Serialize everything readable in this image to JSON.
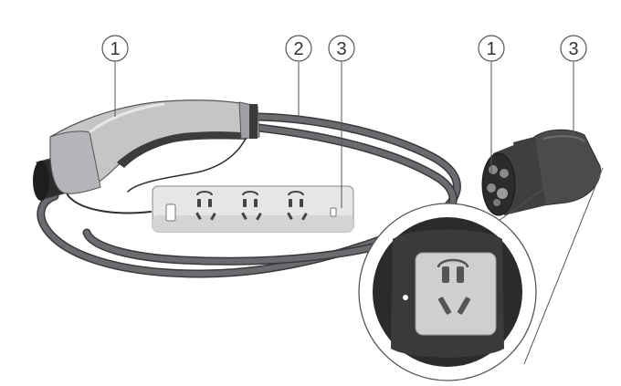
{
  "callouts": [
    {
      "id": "charger-handle",
      "label": "1"
    },
    {
      "id": "cable",
      "label": "2"
    },
    {
      "id": "socket-plug",
      "label": "3"
    },
    {
      "id": "adapter-head",
      "label": "1"
    },
    {
      "id": "adapter-plug",
      "label": "3"
    }
  ],
  "colors": {
    "outline": "#444444",
    "cable": "#5f6063",
    "handle": "#c4c5c7",
    "handle_shadow": "#9fa0a3",
    "grip": "#3c3c3e",
    "strip": "#e6e6e6",
    "adapter_body": "#4b4b4d",
    "adapter_dark": "#2b2b2c",
    "socket_face": "#cfcfd1"
  }
}
